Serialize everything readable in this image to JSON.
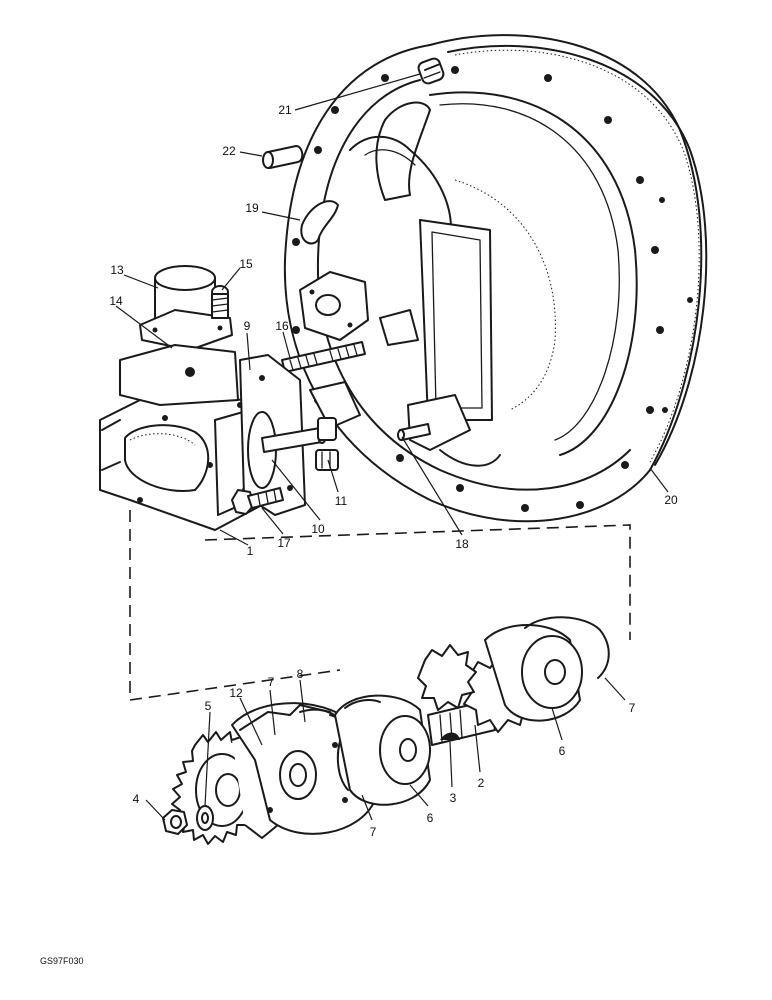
{
  "figure": {
    "reference_code": "GS97F030"
  },
  "callouts": [
    {
      "id": "c1",
      "label": "1"
    },
    {
      "id": "c2",
      "label": "2"
    },
    {
      "id": "c3",
      "label": "3"
    },
    {
      "id": "c4",
      "label": "4"
    },
    {
      "id": "c5",
      "label": "5"
    },
    {
      "id": "c6a",
      "label": "6"
    },
    {
      "id": "c6b",
      "label": "6"
    },
    {
      "id": "c7a",
      "label": "7"
    },
    {
      "id": "c7b",
      "label": "7"
    },
    {
      "id": "c7c",
      "label": "7"
    },
    {
      "id": "c8",
      "label": "8"
    },
    {
      "id": "c9",
      "label": "9"
    },
    {
      "id": "c10",
      "label": "10"
    },
    {
      "id": "c11",
      "label": "11"
    },
    {
      "id": "c12",
      "label": "12"
    },
    {
      "id": "c13",
      "label": "13"
    },
    {
      "id": "c14",
      "label": "14"
    },
    {
      "id": "c15",
      "label": "15"
    },
    {
      "id": "c16",
      "label": "16"
    },
    {
      "id": "c17",
      "label": "17"
    },
    {
      "id": "c18",
      "label": "18"
    },
    {
      "id": "c19",
      "label": "19"
    },
    {
      "id": "c20",
      "label": "20"
    },
    {
      "id": "c21",
      "label": "21"
    },
    {
      "id": "c22",
      "label": "22"
    }
  ]
}
